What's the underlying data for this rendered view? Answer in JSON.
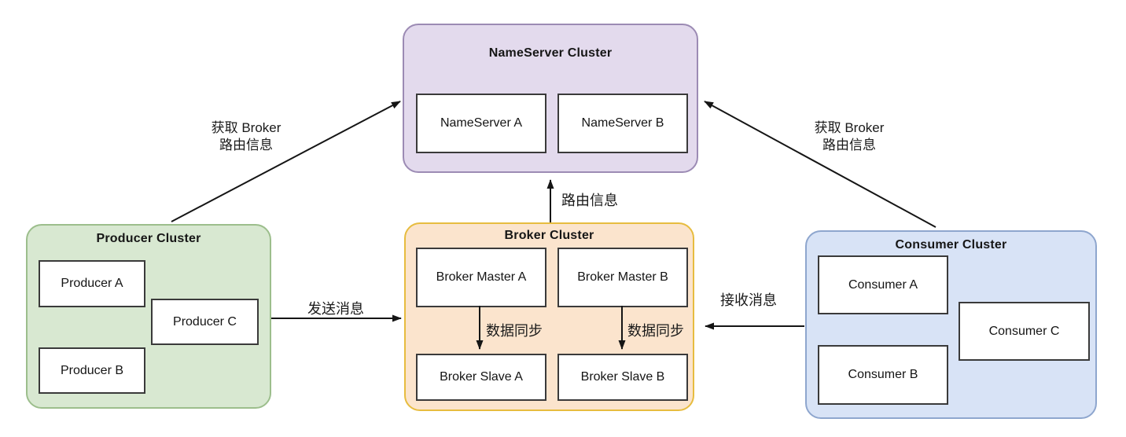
{
  "diagram": {
    "arrow_color": "#151515",
    "clusters": {
      "nameserver": {
        "title": "NameServer Cluster",
        "fill": "#e3daed",
        "border": "#9c8bb4",
        "nodes": [
          "NameServer A",
          "NameServer B"
        ]
      },
      "producer": {
        "title": "Producer Cluster",
        "fill": "#d8e8d1",
        "border": "#9cbe8c",
        "nodes": [
          "Producer  A",
          "Producer  C",
          "Producer  B"
        ]
      },
      "broker": {
        "title": "Broker Cluster",
        "fill": "#fbe4cd",
        "border": "#e7bc3f",
        "nodes": [
          "Broker Master A",
          "Broker Master B",
          "Broker Slave A",
          "Broker Slave B"
        ]
      },
      "consumer": {
        "title": "Consumer Cluster",
        "fill": "#d8e3f6",
        "border": "#8ea6ce",
        "nodes": [
          "Consumer A",
          "Consumer C",
          "Consumer B"
        ]
      }
    },
    "edges": {
      "producer_to_nameserver": {
        "label_line1": "获取 Broker",
        "label_line2": "路由信息"
      },
      "consumer_to_nameserver": {
        "label_line1": "获取 Broker",
        "label_line2": "路由信息"
      },
      "broker_to_nameserver": {
        "label": "路由信息"
      },
      "producer_to_broker": {
        "label": "发送消息"
      },
      "consumer_to_broker": {
        "label": "接收消息"
      },
      "master_a_to_slave_a": {
        "label": "数据同步"
      },
      "master_b_to_slave_b": {
        "label": "数据同步"
      }
    }
  }
}
